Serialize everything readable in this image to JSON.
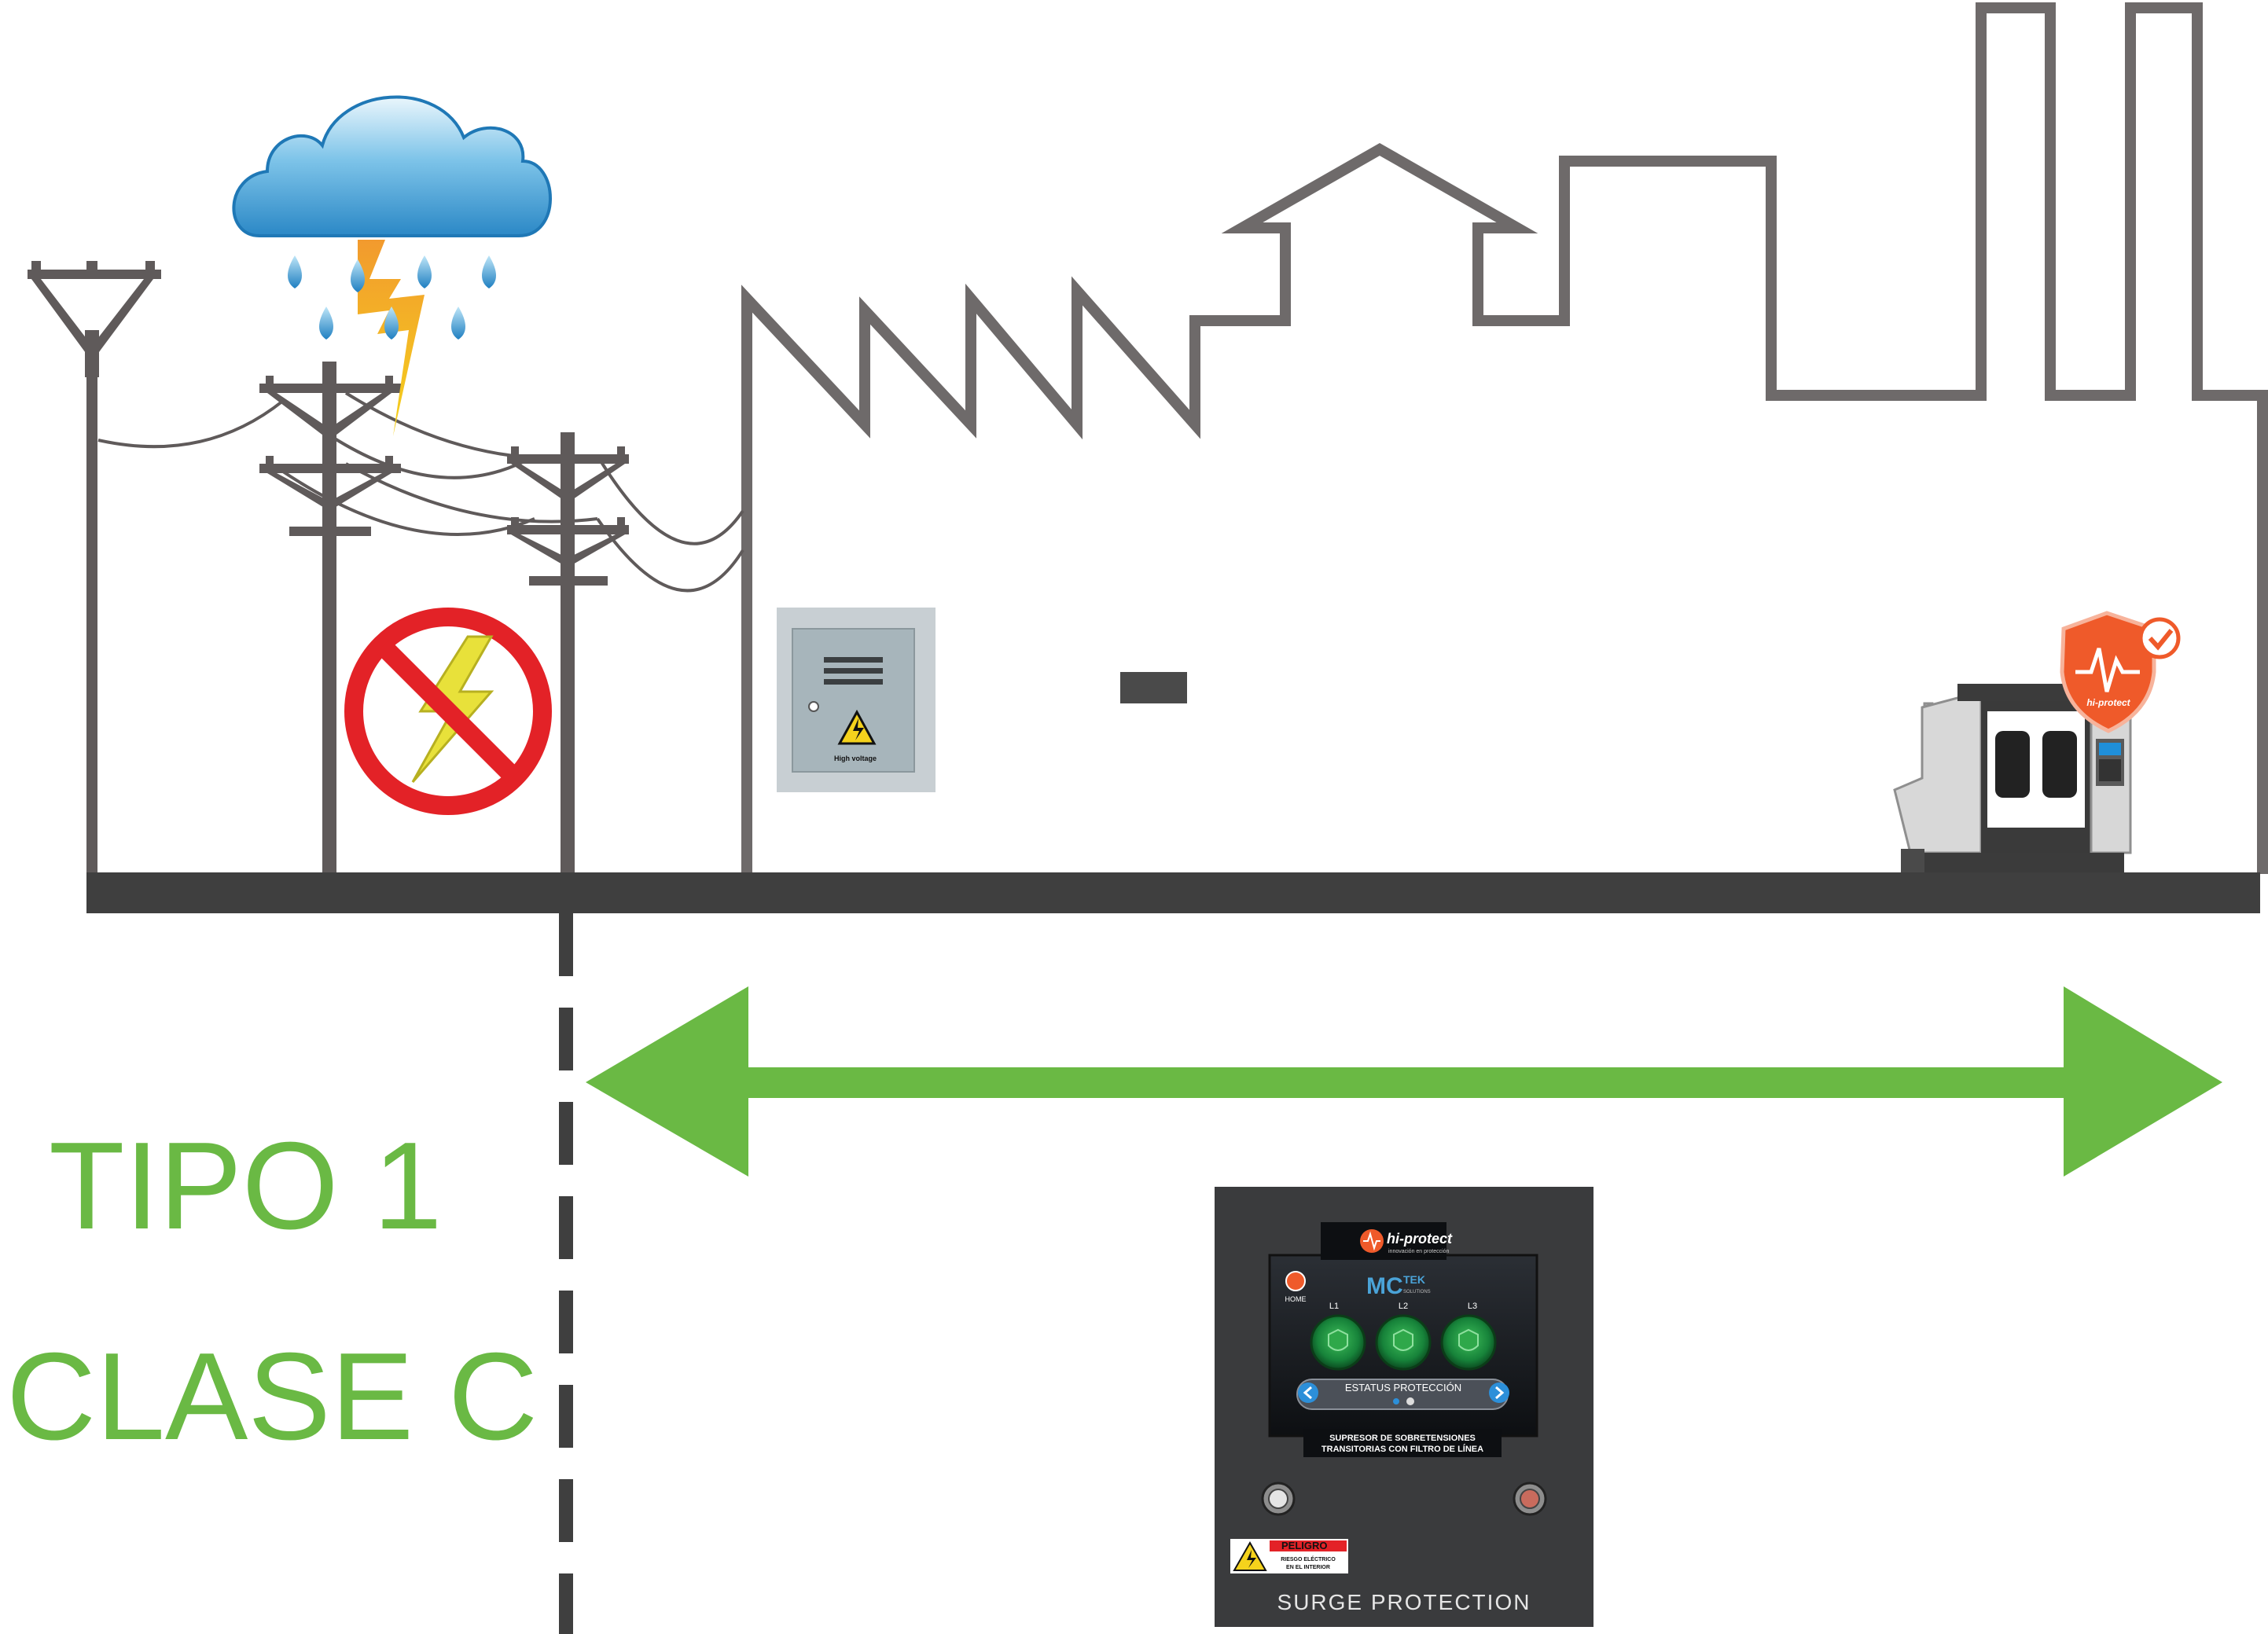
{
  "labels": {
    "tipo": "TIPO 1",
    "clase": "CLASE C"
  },
  "breaker_box": {
    "warning_text": "High voltage"
  },
  "panel": {
    "brand": "hi-protect",
    "brand_tagline": "innovación en protección",
    "home_label": "HOME",
    "logo_main": "MC",
    "logo_sub": "TEK",
    "logo_tag": "SOLUTIONS",
    "phases": [
      "L1",
      "L2",
      "L3"
    ],
    "status_label": "ESTATUS PROTECCIÓN",
    "description_line1": "SUPRESOR DE SOBRETENSIONES",
    "description_line2": "TRANSITORIAS CON FILTRO DE LÍNEA",
    "danger_title": "PELIGRO",
    "danger_line1": "RIESGO ELÉCTRICO",
    "danger_line2": "EN EL INTERIOR",
    "footer": "SURGE PROTECTION"
  },
  "machine_badge": {
    "brand": "hi-protect"
  },
  "colors": {
    "green": "#6ab944",
    "ground": "#3f3f3f",
    "outline": "#6e6a6a",
    "pole": "#5f5a5a",
    "panel_bg": "#3a3b3d",
    "no_sign_red": "#e32227",
    "bolt_yellow": "#e8e13a",
    "shield_orange": "#ef5a2a"
  }
}
